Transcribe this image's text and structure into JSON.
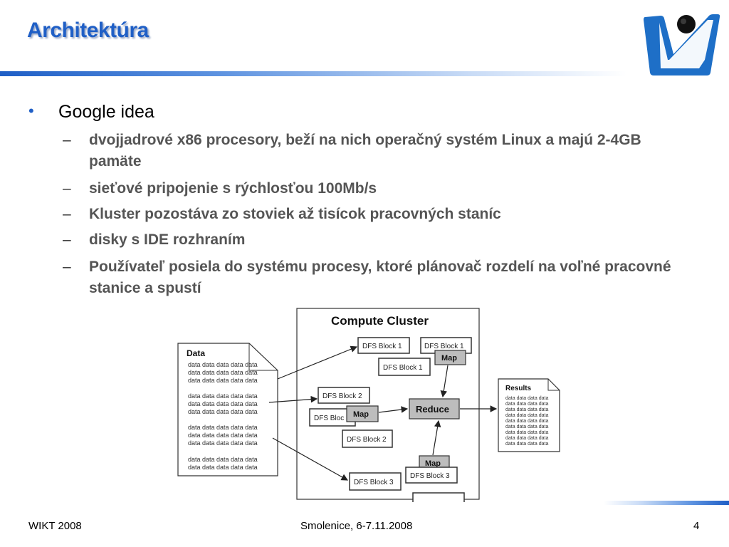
{
  "slide": {
    "title": "Architektúra",
    "bullet": "Google idea",
    "sub_bullets": [
      "dvojjadrové x86 procesory, beží na nich operačný systém Linux a majú 2-4GB pamäte",
      "sieťové pripojenie s rýchlosťou 100Mb/s",
      "Kluster pozostáva zo stoviek až tisícok pracovných staníc",
      "disky s IDE rozhraním",
      "Používateľ posiela do systému procesy, ktoré plánovač rozdelí na voľné pracovné stanice a spustí"
    ],
    "bullet_symbol": "•",
    "dash_symbol": "–"
  },
  "diagram": {
    "cluster_title": "Compute Cluster",
    "data_title": "Data",
    "data_line": "data data data data data",
    "results_title": "Results",
    "results_line": "data data data data",
    "blocks": {
      "b1a": "DFS Block 1",
      "b1b": "DFS Block 1",
      "b1c": "DFS Block 1",
      "b2a": "DFS Block 2",
      "b2b": "DFS Bloc",
      "b2c": "DFS Block 2",
      "b3a": "DFS Block 3",
      "b3b": "DFS Block 3"
    },
    "map_label": "Map",
    "reduce_label": "Reduce"
  },
  "footer": {
    "left": "WIKT 2008",
    "center": "Smolenice, 6-7.11.2008",
    "page": "4"
  },
  "colors": {
    "title": "#1f5fc6",
    "subtext": "#555555",
    "logo_blue": "#1e6fc7"
  }
}
